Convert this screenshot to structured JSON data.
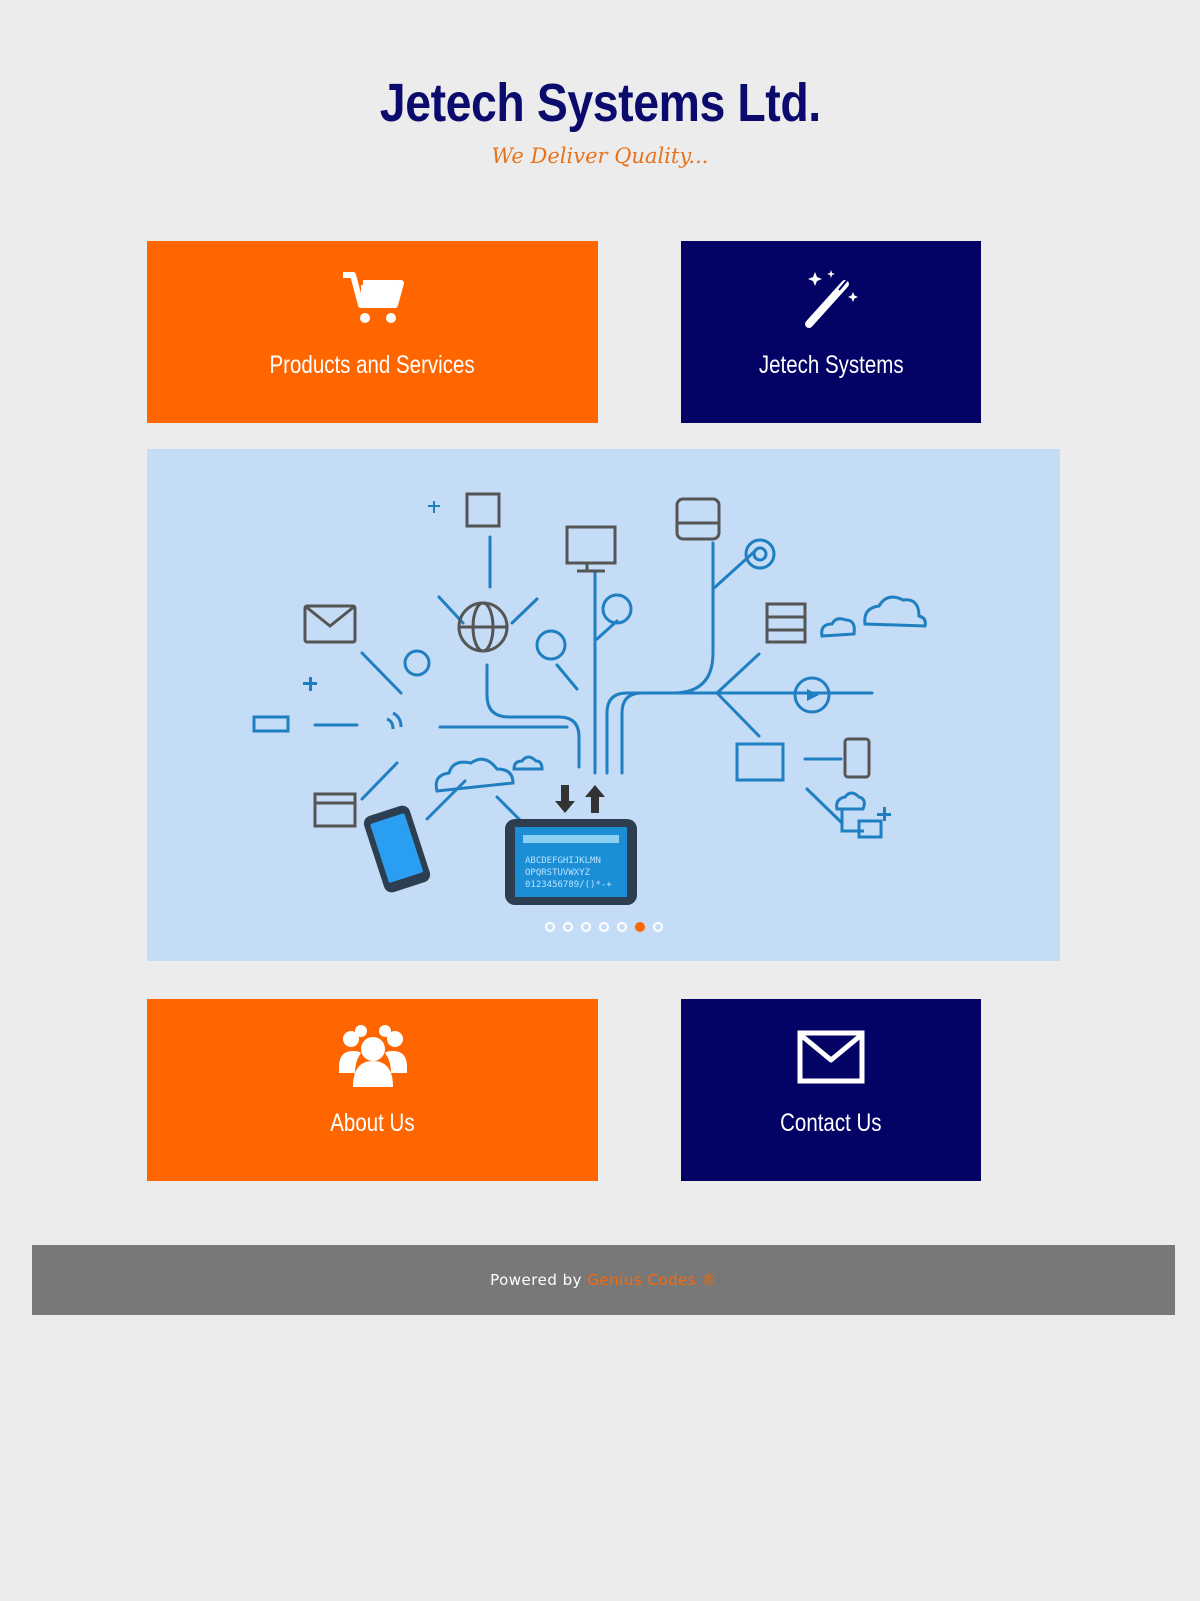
{
  "header": {
    "title": "Jetech Systems Ltd.",
    "tagline": "We Deliver Quality..."
  },
  "tiles": [
    {
      "label": "Products and Services",
      "icon": "shopping-cart-icon",
      "color": "#ff6600"
    },
    {
      "label": "Jetech Systems",
      "icon": "magic-wand-icon",
      "color": "#030366"
    },
    {
      "label": "About Us",
      "icon": "users-group-icon",
      "color": "#ff6600"
    },
    {
      "label": "Contact Us",
      "icon": "envelope-icon",
      "color": "#030366"
    }
  ],
  "slider": {
    "slide_count": 7,
    "active_index": 5,
    "background": "#c5dcf6",
    "tablet_text": [
      "ABCDEFGHIJKLMN",
      "OPQRSTUVWXYZ",
      "0123456789/()*-+"
    ]
  },
  "footer": {
    "prefix": "Powered by",
    "brand": "Genius Codes ®"
  },
  "colors": {
    "accent": "#ff6600",
    "navy": "#030366",
    "heading": "#0b0b6e"
  }
}
